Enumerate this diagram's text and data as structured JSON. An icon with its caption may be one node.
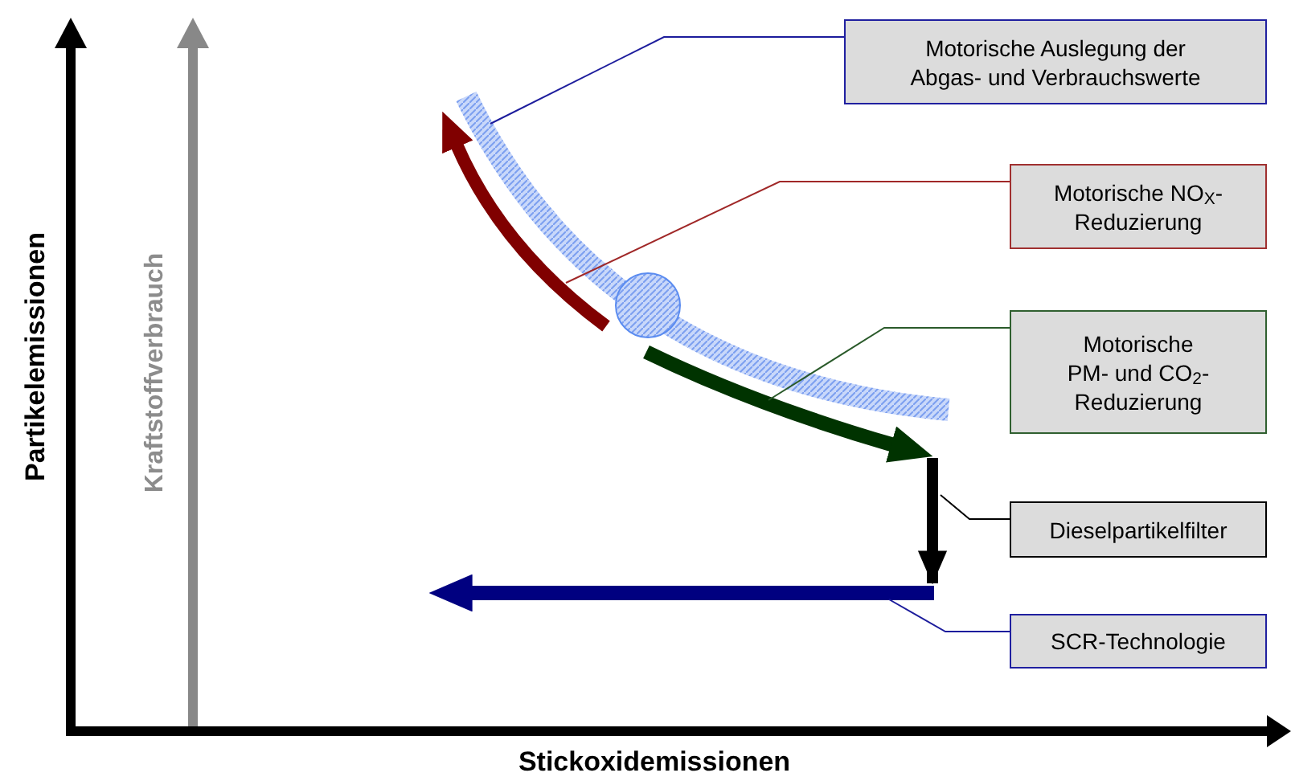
{
  "diagram": {
    "nodes": [
      {
        "text": [
          "Motorische Auslegung der Abgas- und Verbrauchswerte"
        ]
      },
      {
        "text": [
          "Motorische NO$_{X}$-Reduzierung"
        ]
      },
      {
        "text": [
          "Motorische PM- und CO$_{2}$- Reduzierung"
        ]
      },
      {
        "text": [
          "Dieselpartikelfilter"
        ]
      },
      {
        "text": [
          "SCR-Technologie"
        ]
      },
      {
        "text": [],
        "shape": "band"
      },
      {
        "text": [],
        "shape": "arrow"
      },
      {
        "text": [],
        "shape": "arrow"
      },
      {
        "text": [],
        "shape": "arrow"
      }
    ],
    "edges": [
      {
        "from": 0,
        "to": 5,
        "arrow": "none",
        "color": "#1c1c9c"
      },
      {
        "from": 1,
        "to": 6,
        "arrow": "none",
        "color": "#a02828"
      },
      {
        "from": 2,
        "to": 7,
        "arrow": "none",
        "color": "#2a5a2a"
      },
      {
        "from": 3,
        "to": null,
        "arrow": "none",
        "color": "#000000"
      },
      {
        "from": 4,
        "to": 8,
        "arrow": "none",
        "color": "#1c1c9c"
      },
      {
        "from": 7,
        "to": 8,
        "arrow": "to",
        "style": "thick",
        "color": "#000000"
      }
    ],
    "labels": [
      "Partikelemissionen",
      "Kraftstoffverbrauch",
      "Stickoxidemissionen"
    ]
  }
}
